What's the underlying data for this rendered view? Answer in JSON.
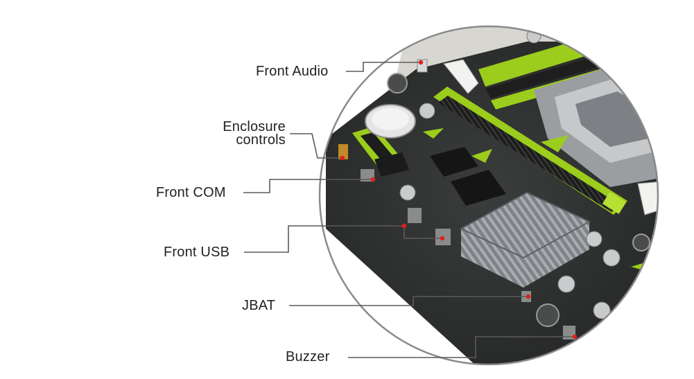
{
  "diagram": {
    "labels": [
      {
        "id": "front-audio",
        "text": "Front Audio"
      },
      {
        "id": "enclosure-controls",
        "lines": [
          "Enclosure",
          "controls"
        ]
      },
      {
        "id": "front-com",
        "text": "Front COM"
      },
      {
        "id": "front-usb",
        "text": "Front USB"
      },
      {
        "id": "jbat",
        "text": "JBAT"
      },
      {
        "id": "buzzer",
        "text": "Buzzer"
      }
    ],
    "colors": {
      "board": "#2b2d2c",
      "accent_green": "#9ccc1c",
      "heatsink": "#8c9094",
      "leader_line": "#5a5a5a",
      "marker_dot": "#e0201b",
      "lens_ring": "#8a8a8a"
    }
  }
}
